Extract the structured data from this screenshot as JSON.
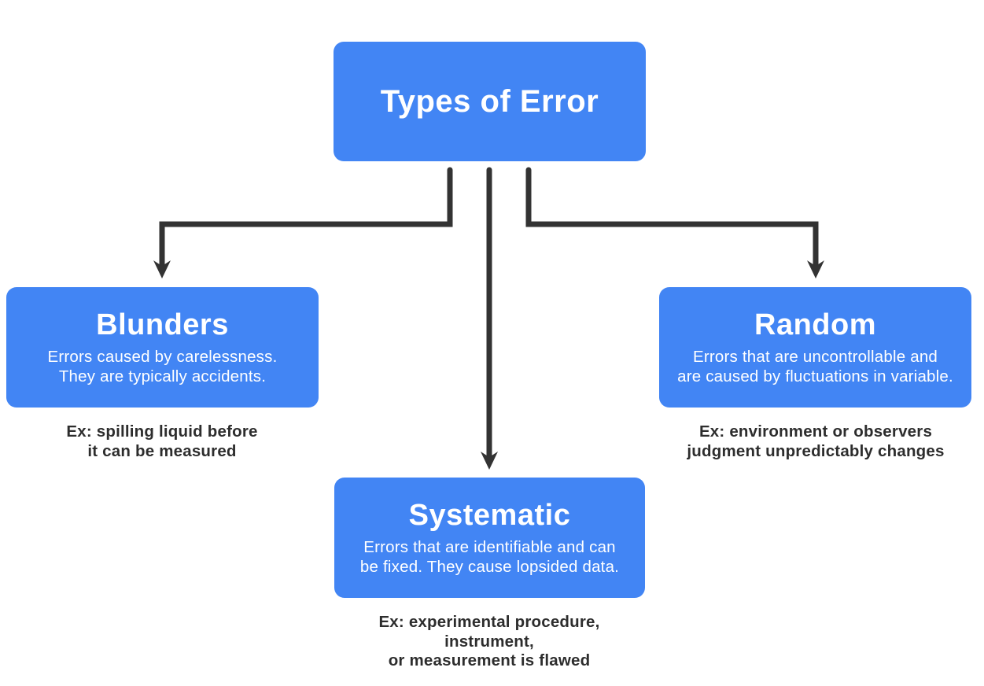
{
  "diagram": {
    "title_node": {
      "title": "Types of Error"
    },
    "nodes": [
      {
        "id": "blunders",
        "title": "Blunders",
        "description": "Errors caused by carelessness.\nThey are typically accidents.",
        "example": "Ex: spilling liquid before\nit can be measured"
      },
      {
        "id": "random",
        "title": "Random",
        "description": "Errors that are uncontrollable and\nare caused by fluctuations in variable.",
        "example": "Ex: environment or observers\njudgment unpredictably changes"
      },
      {
        "id": "systematic",
        "title": "Systematic",
        "description": "Errors that are identifiable and can\nbe fixed. They cause lopsided data.",
        "example": "Ex: experimental procedure, instrument,\nor measurement is flawed"
      }
    ],
    "colors": {
      "node_fill": "#4285F4",
      "node_text": "#ffffff",
      "connector": "#333333",
      "example_text": "#2d2d2d",
      "background": "#ffffff"
    }
  }
}
